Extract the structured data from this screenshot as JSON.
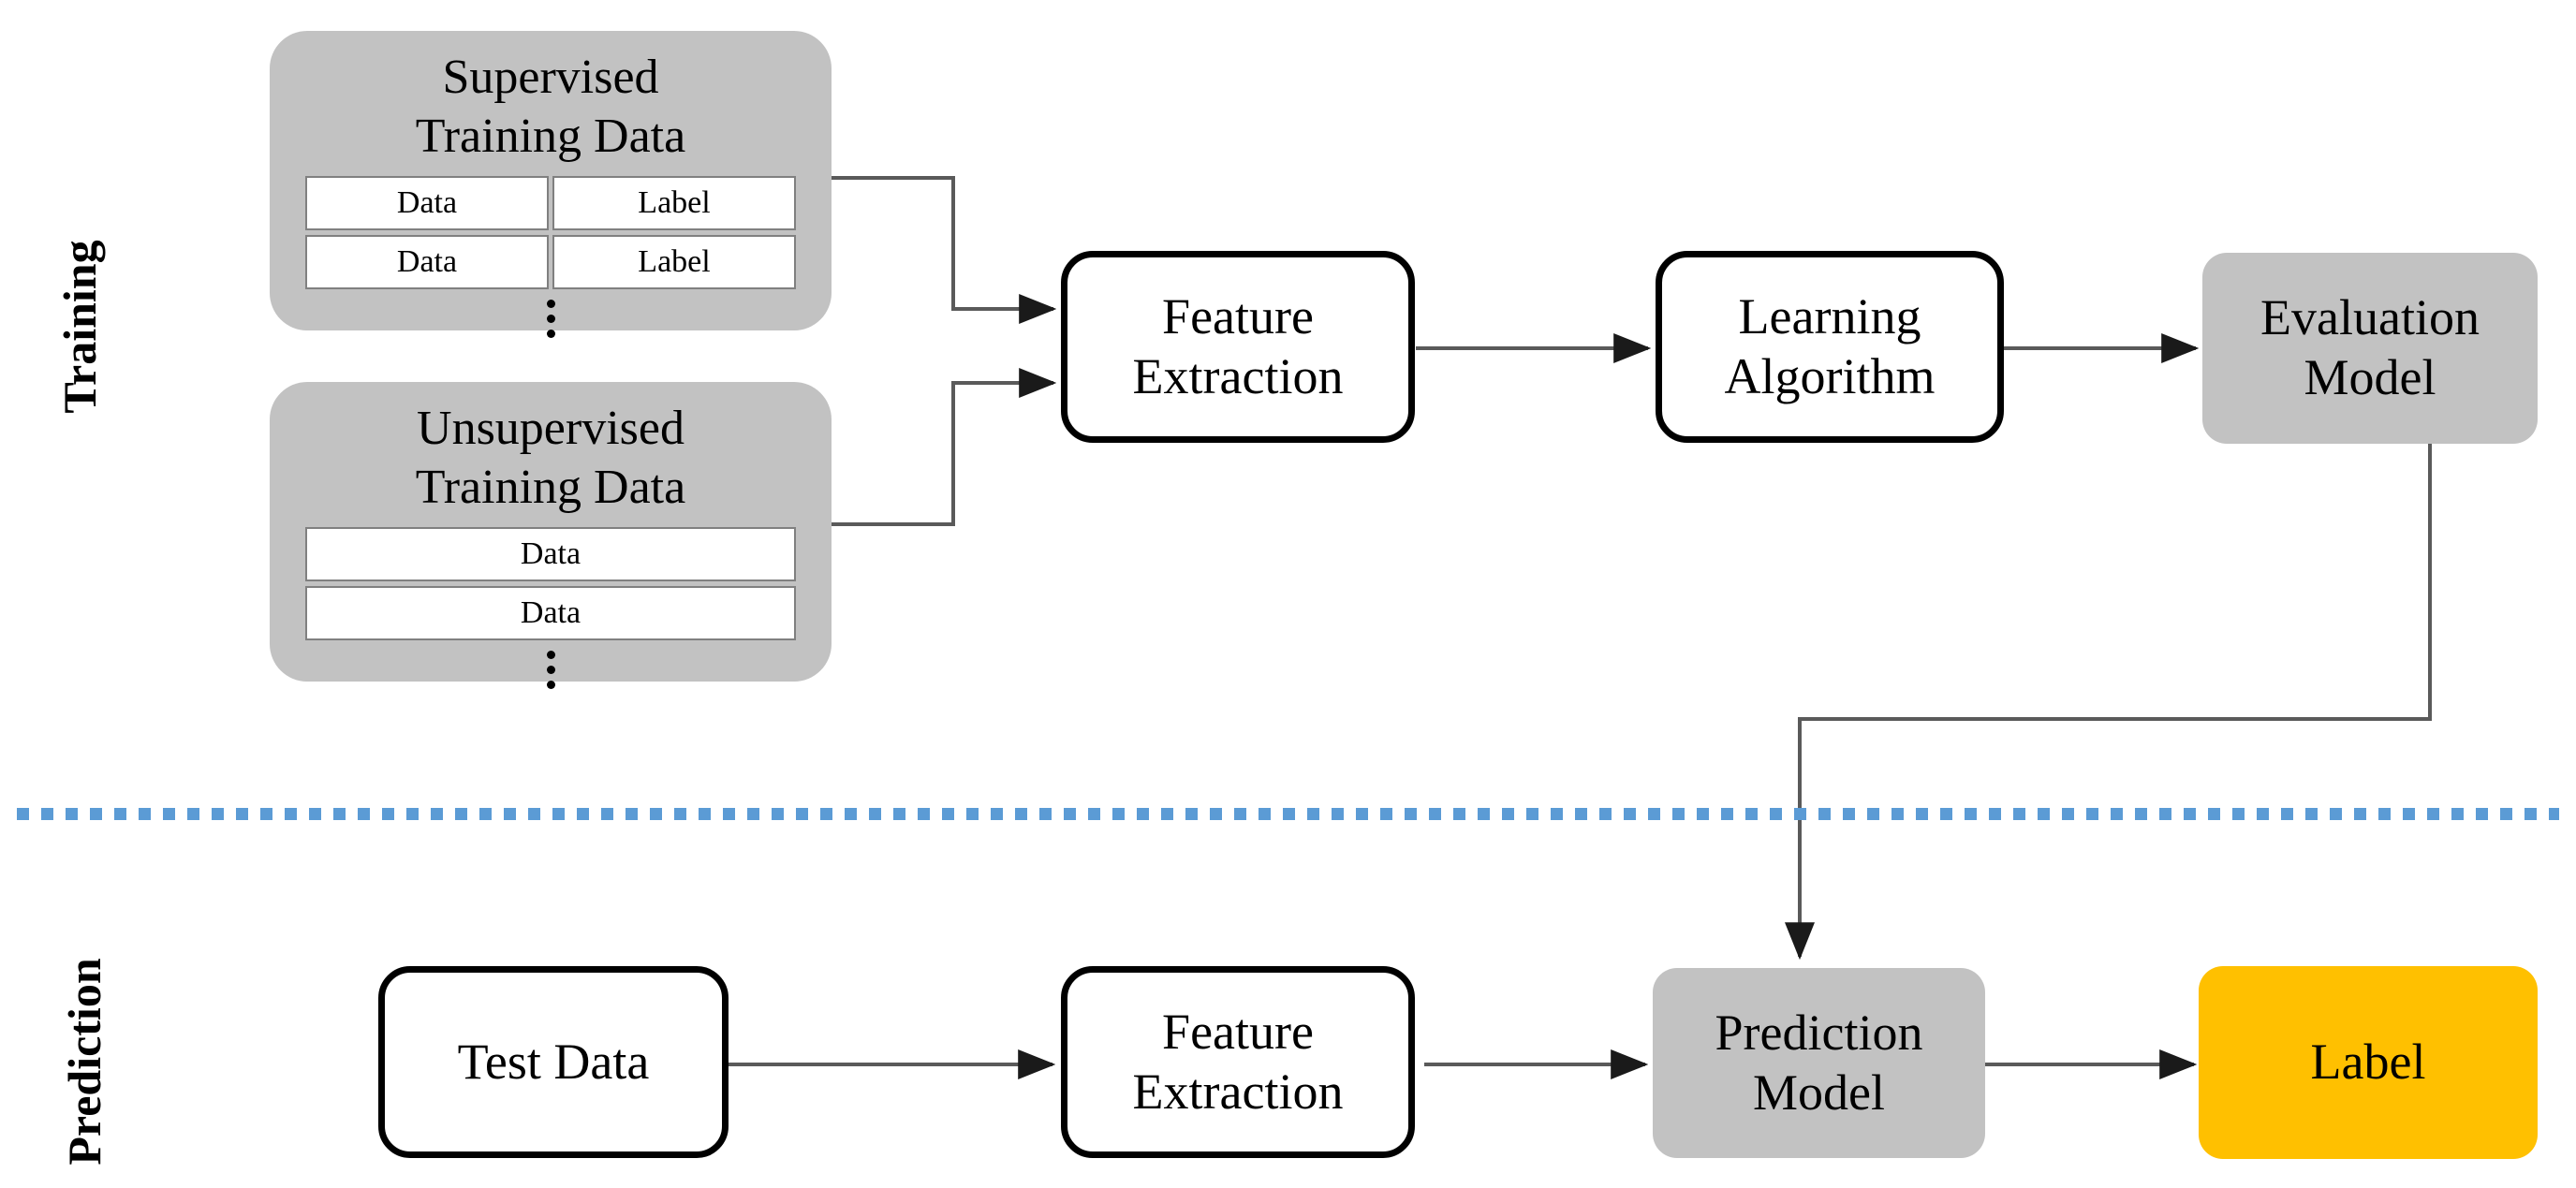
{
  "diagram": {
    "title": "Machine Learning Training and Prediction Pipeline",
    "colors": {
      "gray_fill": "#c2c2c2",
      "gold_fill": "#ffc000",
      "divider_blue": "#5b9bd5",
      "stroke_black": "#000000",
      "connector_gray": "#5a5a5a",
      "cell_border": "#808080"
    },
    "phases": {
      "training_label": "Training",
      "prediction_label": "Prediction"
    },
    "divider": {
      "style": "dotted",
      "color": "#5b9bd5"
    },
    "training": {
      "supervised": {
        "title_line1": "Supervised",
        "title_line2": "Training Data",
        "rows": [
          {
            "data": "Data",
            "label": "Label"
          },
          {
            "data": "Data",
            "label": "Label"
          }
        ],
        "ellipsis": "vertical-ellipsis"
      },
      "unsupervised": {
        "title_line1": "Unsupervised",
        "title_line2": "Training Data",
        "rows": [
          {
            "data": "Data"
          },
          {
            "data": "Data"
          }
        ],
        "ellipsis": "vertical-ellipsis"
      },
      "feature_extraction": {
        "line1": "Feature",
        "line2": "Extraction"
      },
      "learning_algorithm": {
        "line1": "Learning",
        "line2": "Algorithm"
      },
      "evaluation_model": {
        "line1": "Evaluation",
        "line2": "Model"
      }
    },
    "prediction": {
      "test_data": {
        "line1": "Test Data"
      },
      "feature_extraction": {
        "line1": "Feature",
        "line2": "Extraction"
      },
      "prediction_model": {
        "line1": "Prediction",
        "line2": "Model"
      },
      "output_label": {
        "line1": "Label"
      }
    }
  }
}
